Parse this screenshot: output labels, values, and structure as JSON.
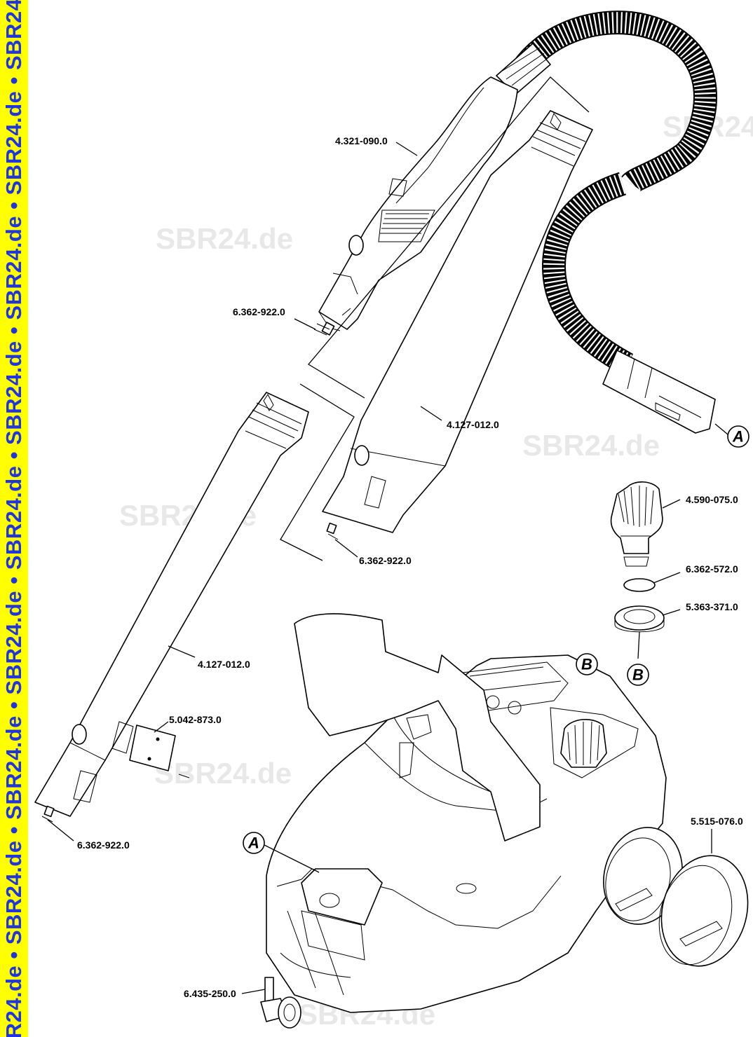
{
  "sidebar": {
    "text": "R24.de • SBR24.de • SBR24.de • SBR24.de • SBR24.de • SBR24.de • SBR24.de • SBR24.de • SBR24",
    "color": "#2034e0",
    "background": "#ffff00"
  },
  "watermark": {
    "text": "SBR24.de",
    "color": "#e8e8e8"
  },
  "parts": {
    "p1": "4.321-090.0",
    "p2": "6.362-922.0",
    "p3": "4.127-012.0",
    "p4": "6.362-922.0",
    "p5": "4.127-012.0",
    "p6": "5.042-873.0",
    "p7": "6.362-922.0",
    "p8": "4.590-075.0",
    "p9": "6.362-572.0",
    "p10": "5.363-371.0",
    "p11": "5.515-076.0",
    "p12": "6.435-250.0"
  },
  "refs": {
    "a": "A",
    "b": "B"
  }
}
